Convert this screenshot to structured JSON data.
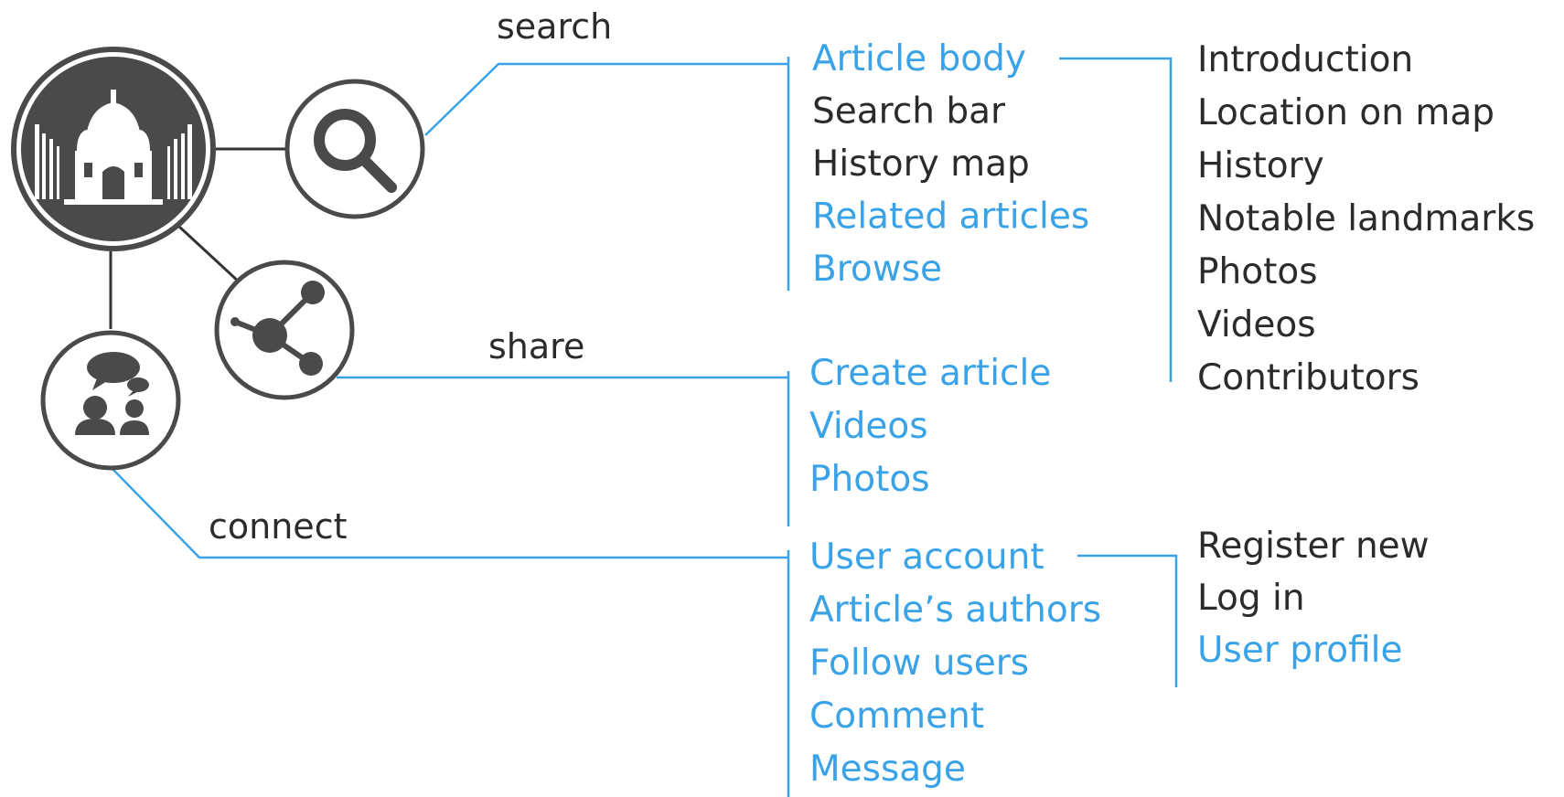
{
  "colors": {
    "link": "#3aa3e8",
    "text": "#2b2b2b",
    "icon": "#4a4a4a",
    "connector": "#333333"
  },
  "icons": {
    "hub": "monument-icon",
    "search": "search-icon",
    "share": "share-icon",
    "connect": "people-chat-icon"
  },
  "branches": {
    "search": "search",
    "share": "share",
    "connect": "connect"
  },
  "search_items": [
    {
      "label": "Article body",
      "link": true
    },
    {
      "label": "Search bar",
      "link": false
    },
    {
      "label": "History map",
      "link": false
    },
    {
      "label": "Related articles",
      "link": true
    },
    {
      "label": "Browse",
      "link": true
    }
  ],
  "article_sections": [
    "Introduction",
    "Location on map",
    "History",
    "Notable landmarks",
    "Photos",
    "Videos",
    "Contributors"
  ],
  "share_items": [
    {
      "label": "Create article",
      "link": true
    },
    {
      "label": "Videos",
      "link": true
    },
    {
      "label": "Photos",
      "link": true
    }
  ],
  "connect_items": [
    {
      "label": "User account",
      "link": true
    },
    {
      "label": "Article’s authors",
      "link": true
    },
    {
      "label": "Follow users",
      "link": true
    },
    {
      "label": "Comment",
      "link": true
    },
    {
      "label": "Message",
      "link": true
    }
  ],
  "account_items": [
    {
      "label": "Register new",
      "link": false
    },
    {
      "label": "Log in",
      "link": false
    },
    {
      "label": "User profile",
      "link": true
    }
  ]
}
